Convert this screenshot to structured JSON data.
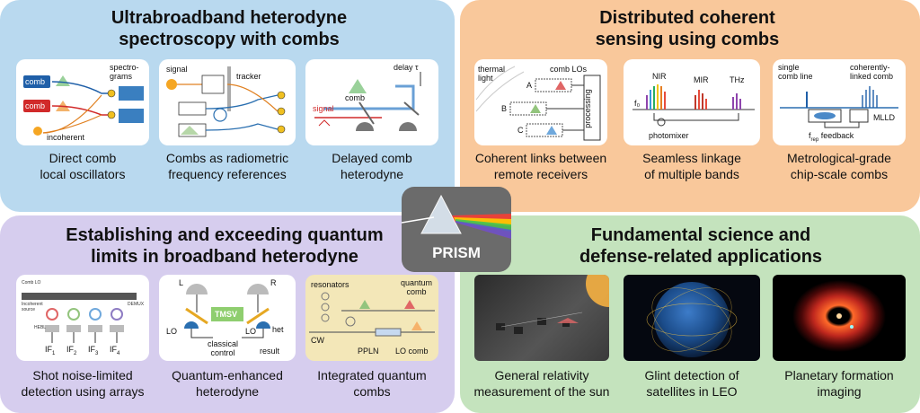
{
  "hub": {
    "label": "PRISM"
  },
  "quadrants": [
    {
      "title": "Ultrabroadband heterodyne spectroscopy with combs",
      "title_lines": [
        "Ultrabroadband heterodyne",
        "spectroscopy with combs"
      ],
      "color": "#b9d9ef",
      "panels": [
        {
          "caption_lines": [
            "Direct comb",
            "local oscillators"
          ],
          "labels": {
            "comb1": "comb",
            "comb2": "comb",
            "spectrograms": "spectro-\ngrams",
            "incoherent": "incoherent"
          }
        },
        {
          "caption_lines": [
            "Combs as radiometric",
            "frequency references"
          ],
          "labels": {
            "signal": "signal",
            "tracker": "tracker"
          }
        },
        {
          "caption_lines": [
            "Delayed comb",
            "heterodyne"
          ],
          "labels": {
            "delay": "delay τ",
            "comb": "comb",
            "signal": "signal"
          }
        }
      ]
    },
    {
      "title": "Distributed coherent sensing using combs",
      "title_lines": [
        "Distributed coherent",
        "sensing using combs"
      ],
      "color": "#f9c89b",
      "panels": [
        {
          "caption_lines": [
            "Coherent links between",
            "remote receivers"
          ],
          "labels": {
            "thermal": "thermal\nlight",
            "comb_los": "comb LOs",
            "A": "A",
            "B": "B",
            "C": "C",
            "processing": "processing"
          }
        },
        {
          "caption_lines": [
            "Seamless linkage",
            "of multiple bands"
          ],
          "labels": {
            "nir": "NIR",
            "mir": "MIR",
            "thz": "THz",
            "f0": "f₀",
            "photomixer": "photomixer"
          }
        },
        {
          "caption_lines": [
            "Metrological-grade",
            "chip-scale combs"
          ],
          "labels": {
            "single": "single\ncomb line",
            "coherent": "coherently-\nlinked comb",
            "mlld": "MLLD",
            "frep": "f",
            "frep_sub": "rep",
            "feedback": " feedback"
          }
        }
      ]
    },
    {
      "title": "Establishing and exceeding quantum limits in broadband heterodyne",
      "title_lines": [
        "Establishing and exceeding quantum",
        "limits in broadband heterodyne"
      ],
      "color": "#d6cdee",
      "panels": [
        {
          "caption_lines": [
            "Shot noise-limited",
            "detection using arrays"
          ],
          "labels": {
            "comb_lo": "Comb LO",
            "incoherent_source": "Incoherent\nsource",
            "demux": "DEMUX",
            "hebl": "HEBL",
            "if": [
              "IF",
              "IF",
              "IF",
              "IF"
            ],
            "if_sub": [
              "1",
              "2",
              "3",
              "4"
            ]
          }
        },
        {
          "caption_lines": [
            "Quantum-enhanced",
            "heterodyne"
          ],
          "labels": {
            "L": "L",
            "R": "R",
            "tmsv": "TMSV",
            "lo_left": "LO",
            "lo_right": "LO",
            "het": "het",
            "result": "result",
            "classical": "classical\ncontrol"
          }
        },
        {
          "caption_lines": [
            "Integrated quantum",
            "combs"
          ],
          "labels": {
            "resonators": "resonators",
            "quantum_comb": "quantum\ncomb",
            "cw": "CW",
            "ppln": "PPLN",
            "lo_comb": "LO comb"
          }
        }
      ]
    },
    {
      "title": "Fundamental science and defense-related applications",
      "title_lines": [
        "Fundamental science and",
        "defense-related applications"
      ],
      "color": "#c4e3bd",
      "panels": [
        {
          "caption_lines": [
            "General relativity",
            "measurement of the sun"
          ]
        },
        {
          "caption_lines": [
            "Glint detection of",
            "satellites in LEO"
          ]
        },
        {
          "caption_lines": [
            "Planetary formation",
            "imaging"
          ]
        }
      ]
    }
  ]
}
